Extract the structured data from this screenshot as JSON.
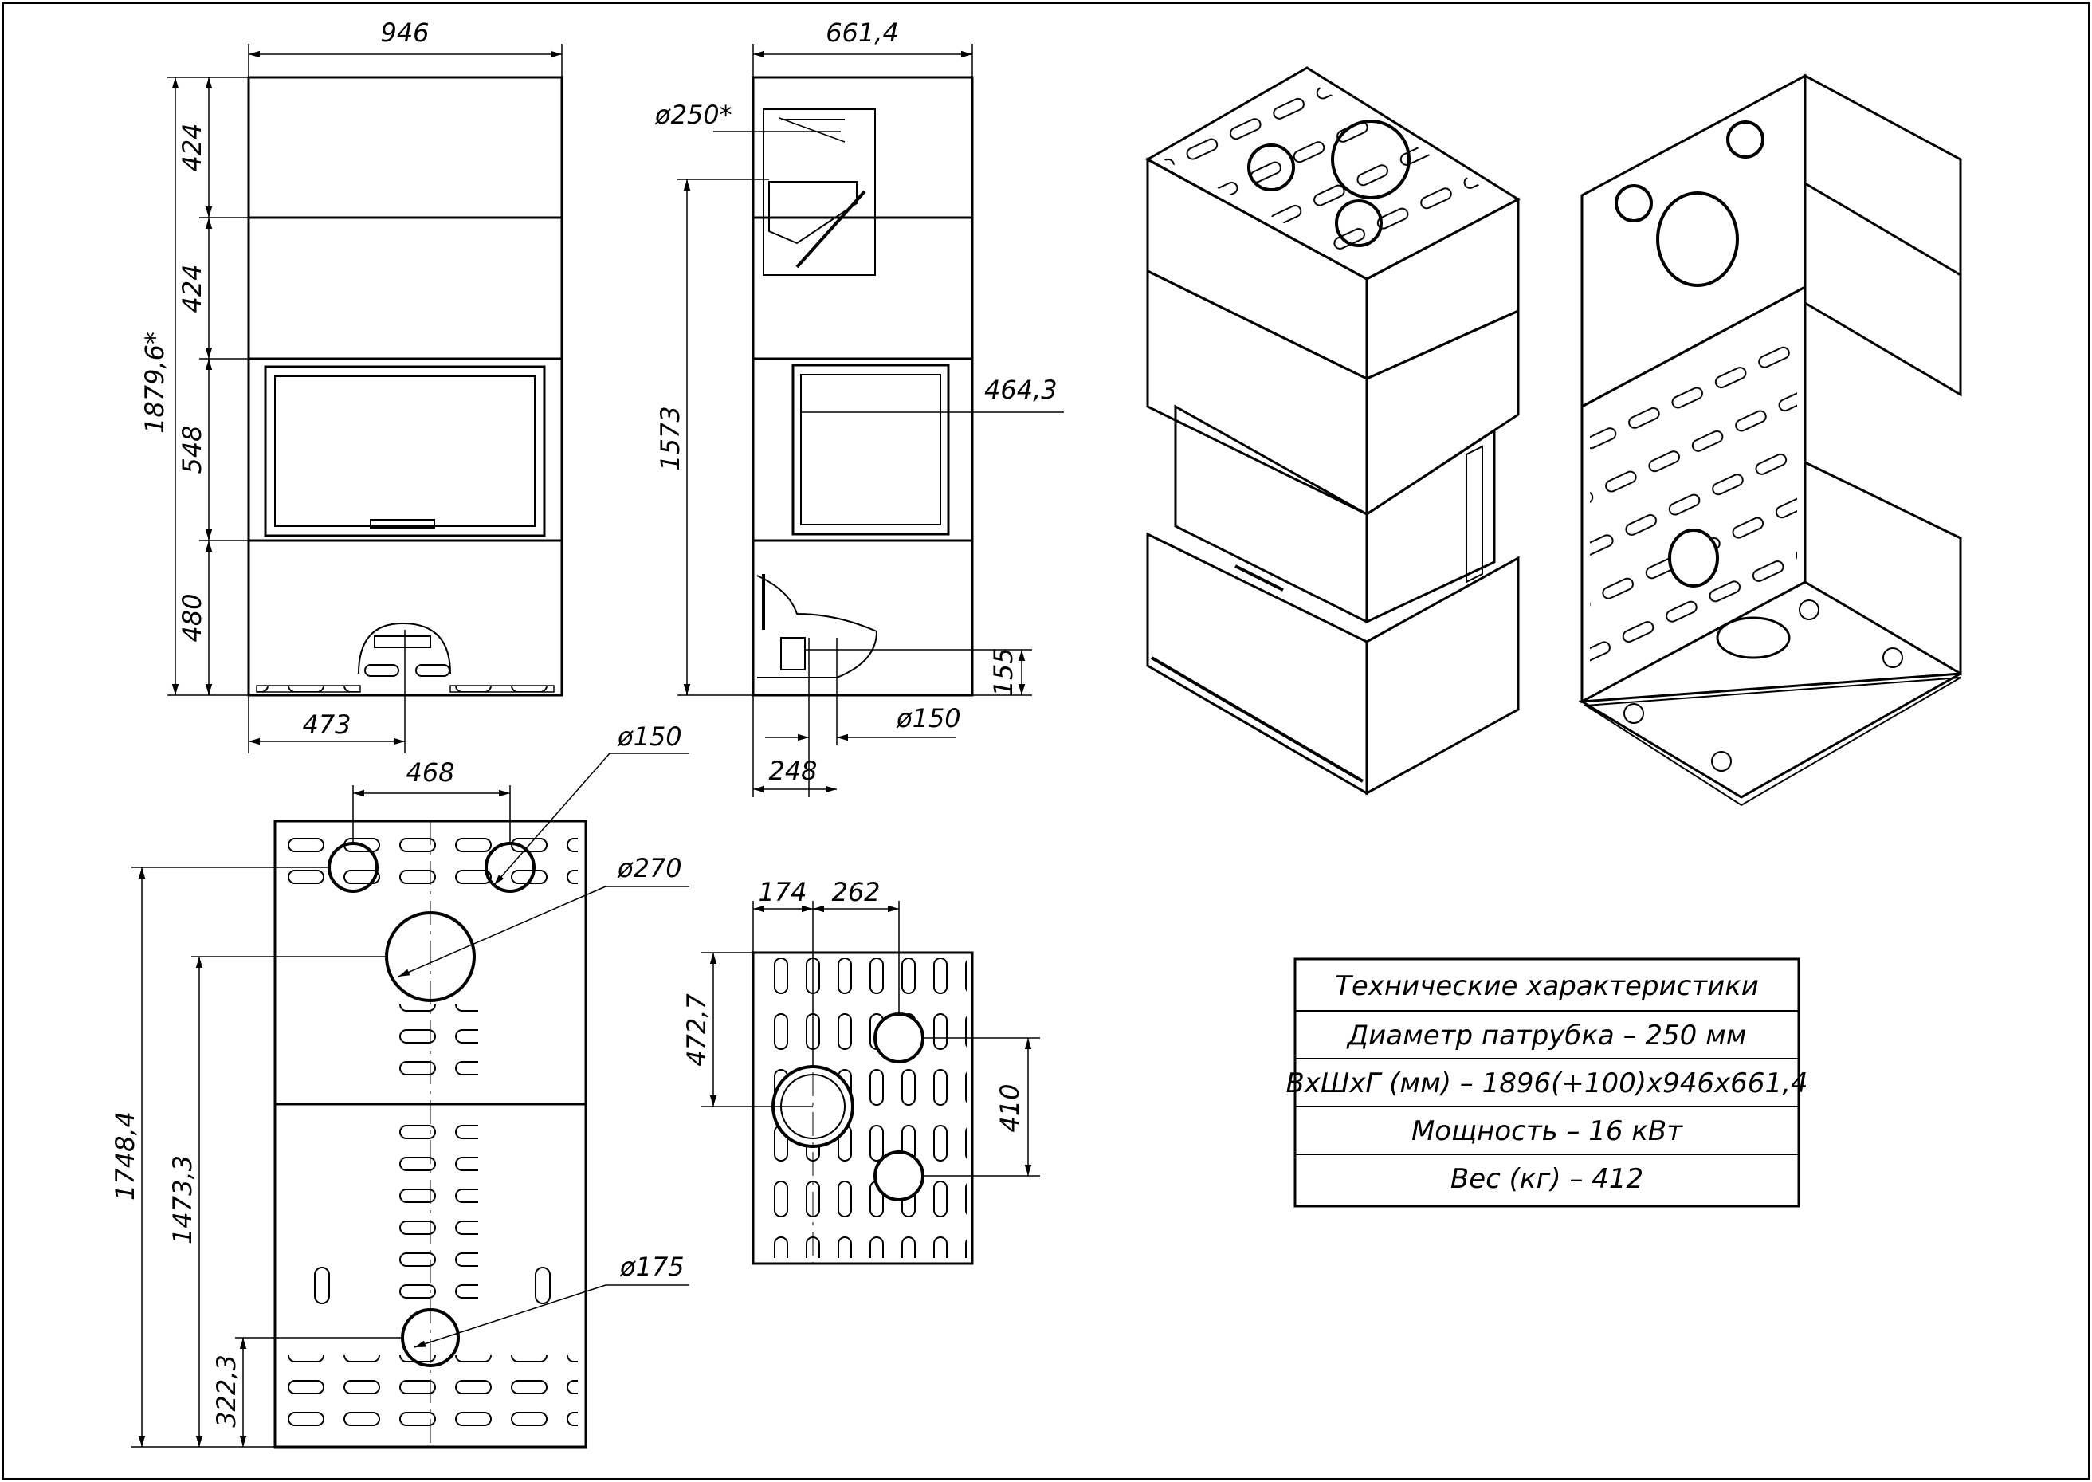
{
  "front_view": {
    "width": "946",
    "height_total": "1879,6*",
    "section_1": "424",
    "section_2": "424",
    "section_3": "548",
    "section_4": "480",
    "outlet_offset": "473"
  },
  "side_view": {
    "depth": "661,4",
    "outlet_diameter": "ø250*",
    "outlet_height": "1573",
    "glass_depth": "464,3",
    "air_height": "155",
    "air_diameter": "ø150",
    "air_offset": "248"
  },
  "rear_view": {
    "hole_spacing": "468",
    "hole_small": "ø150",
    "hole_large": "ø270",
    "hole_bottom": "ø175",
    "height_total": "1748,4",
    "height_large_hole": "1473,3",
    "height_bottom_hole": "322,3"
  },
  "top_view": {
    "offset_1": "174",
    "offset_2": "262",
    "depth_offset": "472,7",
    "hole_spacing": "410"
  },
  "specs": {
    "title": "Технические характеристики",
    "rows": [
      "Диаметр патрубка – 250 мм",
      "ВхШхГ (мм) – 1896(+100)х946х661,4",
      "Мощность – 16 кВт",
      "Вес (кг) – 412"
    ]
  }
}
